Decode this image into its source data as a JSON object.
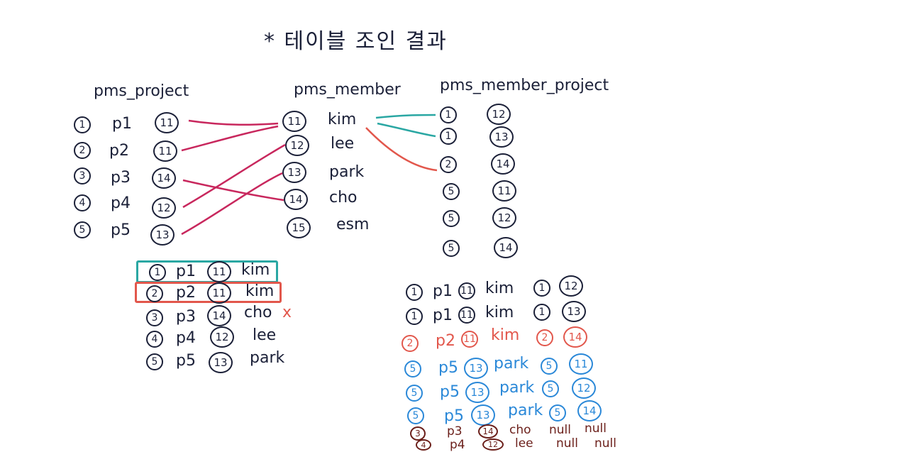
{
  "title": "* 테이블 조인 결과",
  "colors": {
    "ink": "#1b2038",
    "teal": "#2aa7a3",
    "red": "#e2574c",
    "crimson": "#c8275d",
    "blue": "#2a88d8",
    "brown": "#6b1f1a"
  },
  "pms_project": {
    "header": "pms_project",
    "rows": [
      {
        "no": "1",
        "name": "p1",
        "member": "11"
      },
      {
        "no": "2",
        "name": "p2",
        "member": "11"
      },
      {
        "no": "3",
        "name": "p3",
        "member": "14"
      },
      {
        "no": "4",
        "name": "p4",
        "member": "12"
      },
      {
        "no": "5",
        "name": "p5",
        "member": "13"
      }
    ]
  },
  "pms_member": {
    "header": "pms_member",
    "rows": [
      {
        "no": "11",
        "name": "kim"
      },
      {
        "no": "12",
        "name": "lee"
      },
      {
        "no": "13",
        "name": "park"
      },
      {
        "no": "14",
        "name": "cho"
      },
      {
        "no": "15",
        "name": "esm"
      }
    ]
  },
  "pms_member_project": {
    "header": "pms_member_project",
    "rows": [
      {
        "pno": "1",
        "mno": "12"
      },
      {
        "pno": "1",
        "mno": "13"
      },
      {
        "pno": "2",
        "mno": "14"
      },
      {
        "pno": "5",
        "mno": "11"
      },
      {
        "pno": "5",
        "mno": "12"
      },
      {
        "pno": "5",
        "mno": "14"
      }
    ]
  },
  "join_result_1": {
    "rows": [
      {
        "no": "1",
        "name": "p1",
        "mno": "11",
        "mname": "kim",
        "mark": ""
      },
      {
        "no": "2",
        "name": "p2",
        "mno": "11",
        "mname": "kim",
        "mark": ""
      },
      {
        "no": "3",
        "name": "p3",
        "mno": "14",
        "mname": "cho",
        "mark": "x"
      },
      {
        "no": "4",
        "name": "p4",
        "mno": "12",
        "mname": "lee",
        "mark": ""
      },
      {
        "no": "5",
        "name": "p5",
        "mno": "13",
        "mname": "park",
        "mark": ""
      }
    ]
  },
  "join_result_2": {
    "rows": [
      {
        "no": "1",
        "name": "p1",
        "mno": "11",
        "mname": "kim",
        "pno": "1",
        "mno2": "12",
        "color": "ink"
      },
      {
        "no": "1",
        "name": "p1",
        "mno": "11",
        "mname": "kim",
        "pno": "1",
        "mno2": "13",
        "color": "ink"
      },
      {
        "no": "2",
        "name": "p2",
        "mno": "11",
        "mname": "kim",
        "pno": "2",
        "mno2": "14",
        "color": "red"
      },
      {
        "no": "5",
        "name": "p5",
        "mno": "13",
        "mname": "park",
        "pno": "5",
        "mno2": "11",
        "color": "blue"
      },
      {
        "no": "5",
        "name": "p5",
        "mno": "13",
        "mname": "park",
        "pno": "5",
        "mno2": "12",
        "color": "blue"
      },
      {
        "no": "5",
        "name": "p5",
        "mno": "13",
        "mname": "park",
        "pno": "5",
        "mno2": "14",
        "color": "blue"
      },
      {
        "no": "3",
        "name": "p3",
        "mno": "14",
        "mname": "cho",
        "pno": "null",
        "mno2": "null",
        "color": "brown"
      },
      {
        "no": "4",
        "name": "p4",
        "mno": "12",
        "mname": "lee",
        "pno": "null",
        "mno2": "null",
        "color": "brown"
      }
    ]
  }
}
